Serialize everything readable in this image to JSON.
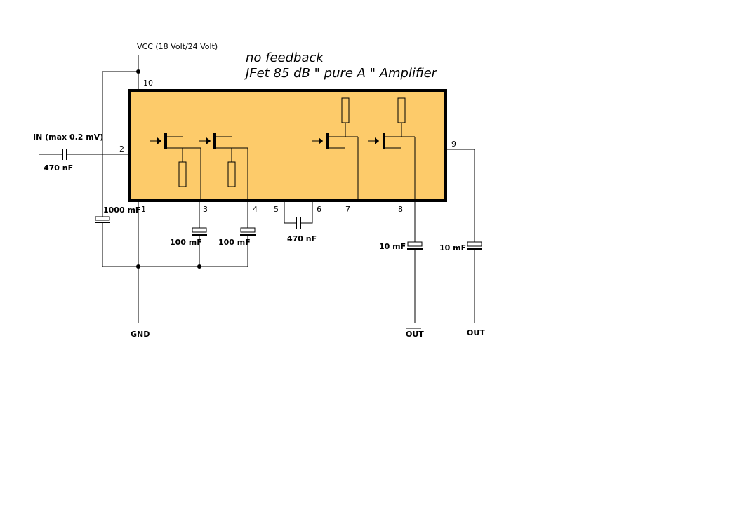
{
  "title": {
    "line1": "no feedback",
    "line2": "JFet 85 dB \" pure A \" Amplifier"
  },
  "colors": {
    "chip_fill": "#FDCB6A",
    "chip_border": "#000000",
    "background": "#FFFFFF"
  },
  "labels": {
    "vcc": "VCC  (18 Volt/24 Volt)",
    "input": "IN (max 0.2 mV)",
    "gnd": "GND",
    "out_inverted": "OUT",
    "out": "OUT"
  },
  "pins": [
    "10",
    "2",
    "1",
    "3",
    "4",
    "5",
    "6",
    "7",
    "8",
    "9"
  ],
  "capacitors": {
    "input": "470 nF",
    "supply": "1000 mF",
    "pin3": "100 mF",
    "pin4": "100 mF",
    "pin56": "470 nF",
    "pin8": "10 mF",
    "pin9": "10 mF"
  }
}
